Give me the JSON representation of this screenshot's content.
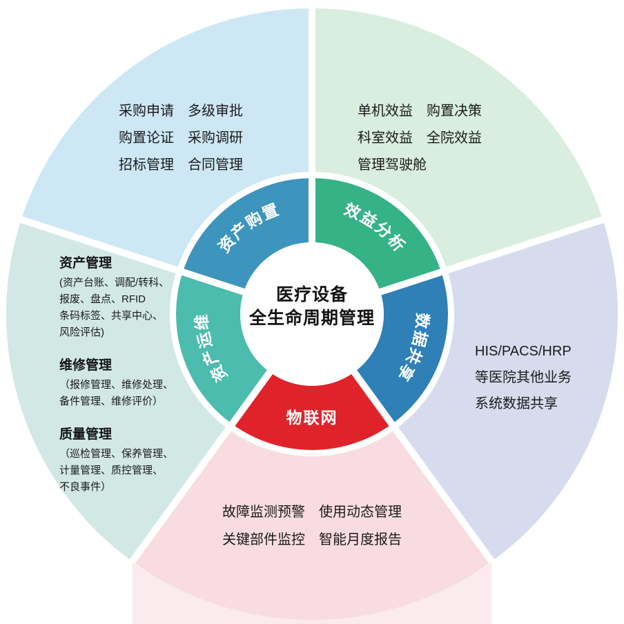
{
  "center_title": {
    "line1": "医疗设备",
    "line2": "全生命周期管理"
  },
  "sectors": [
    {
      "name": "资产购置",
      "ring_color": "#3d95bd",
      "region_color": "#cde7f5",
      "details": [
        "采购申请　多级审批",
        "购置论证　采购调研",
        "招标管理　合同管理"
      ]
    },
    {
      "name": "效益分析",
      "ring_color": "#36b287",
      "region_color": "#d9eede",
      "details": [
        "单机效益　购置决策",
        "科室效益　全院效益",
        "管理驾驶舱"
      ]
    },
    {
      "name": "数据共享",
      "ring_color": "#2e80b6",
      "region_color": "#d6dcee",
      "details": [
        "HIS/PACS/HRP",
        "等医院其他业务",
        "系统数据共享"
      ]
    },
    {
      "name": "物联网",
      "ring_color": "#e0232b",
      "region_color": "#f8dce1",
      "region_color_light": "#fbebee",
      "details": [
        "故障监测预警　使用动态管理",
        "关键部件监控　智能月度报告"
      ]
    },
    {
      "name": "资产运维",
      "ring_color": "#4bbcad",
      "region_color": "#d2e8e5",
      "groups": [
        {
          "title": "资产管理",
          "detail": "(资产台账、调配/转科、\n报废、盘点、RFID\n条码标签、共享中心、\n风险评估)"
        },
        {
          "title": "维修管理",
          "detail": "（报修管理、维修处理、\n备件管理、维修评价）"
        },
        {
          "title": "质量管理",
          "detail": "（巡检管理、保养管理、\n计量管理、质控管理、\n不良事件）"
        }
      ]
    }
  ]
}
